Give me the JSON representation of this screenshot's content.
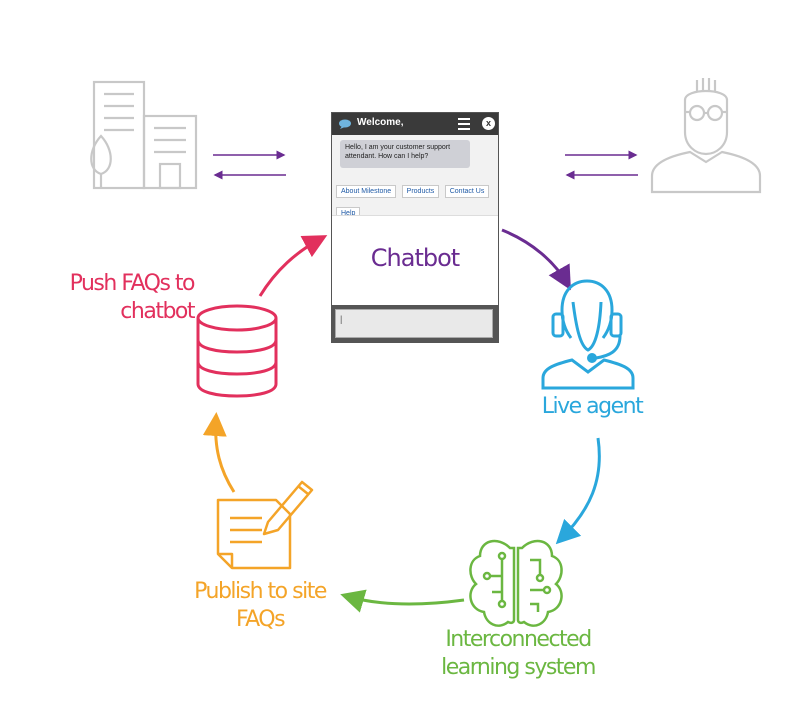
{
  "colors": {
    "gray": "#c8c8c8",
    "purple": "#6a2c91",
    "blue": "#2aa7dc",
    "green": "#6bb741",
    "orange": "#f4a428",
    "red": "#e2305d"
  },
  "icons": [
    "building-icon",
    "user-glasses-icon",
    "headset-agent-icon",
    "brain-circuit-icon",
    "document-pencil-icon",
    "database-icon"
  ],
  "chatbot": {
    "header_title": "Welcome,",
    "greeting": "Hello, I am your customer support attendant. How can I help?",
    "options": [
      "About Milestone",
      "Products",
      "Contact Us",
      "Help"
    ],
    "label": "Chatbot",
    "input_value": "|"
  },
  "labels": {
    "push_faqs": "Push FAQs to chatbot",
    "live_agent": "Live agent",
    "learning": "Interconnected learning system",
    "publish": "Publish to site FAQs"
  }
}
